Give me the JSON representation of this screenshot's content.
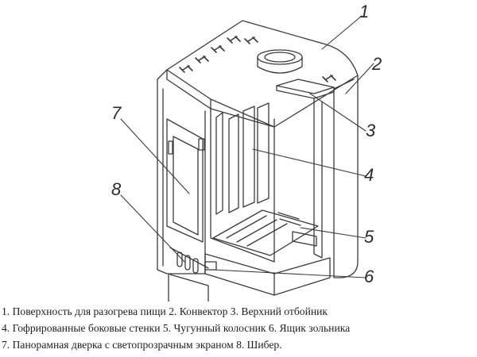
{
  "callouts": [
    "1",
    "2",
    "3",
    "4",
    "5",
    "6",
    "7",
    "8"
  ],
  "legend": [
    "1. Поверхность для разогрева пищи  2. Конвектор  3. Верхний отбойник",
    "4. Гофрированные боковые стенки  5. Чугунный колосник   6. Ящик зольника",
    "7. Панорамная дверка с светопрозрачным экраном  8. Шибер."
  ]
}
